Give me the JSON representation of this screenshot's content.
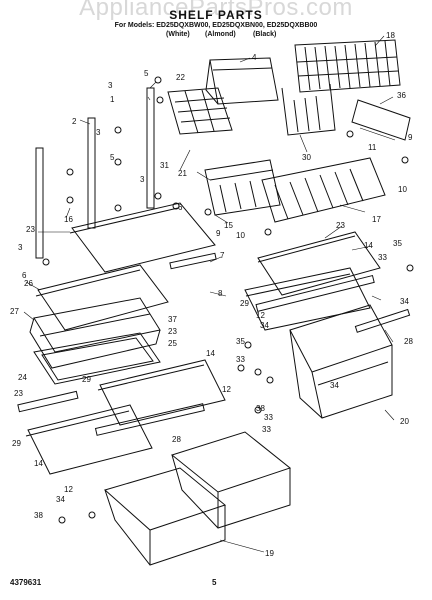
{
  "watermark": "AppliancePartsPros.com",
  "title": "SHELF PARTS",
  "model_line": "For Models: ED25DQXBW00, ED25DQXBN00, ED25DQXBB00",
  "variants": [
    "(White)",
    "(Almond)",
    "(Black)"
  ],
  "callouts": [
    "18",
    "3",
    "5",
    "22",
    "4",
    "1",
    "36",
    "2",
    "9",
    "3",
    "11",
    "5",
    "31",
    "30",
    "10",
    "3",
    "6",
    "21",
    "17",
    "16",
    "15",
    "23",
    "9",
    "14",
    "35",
    "3",
    "10",
    "23",
    "33",
    "6",
    "7",
    "29",
    "34",
    "26",
    "8",
    "12",
    "28",
    "27",
    "37",
    "23",
    "34",
    "24",
    "25",
    "35",
    "33",
    "14",
    "29",
    "12",
    "34",
    "38",
    "23",
    "20",
    "33",
    "29",
    "33",
    "14",
    "28",
    "12",
    "34",
    "19",
    "38"
  ],
  "footer": {
    "doc_number": "4379631",
    "page": "5"
  }
}
